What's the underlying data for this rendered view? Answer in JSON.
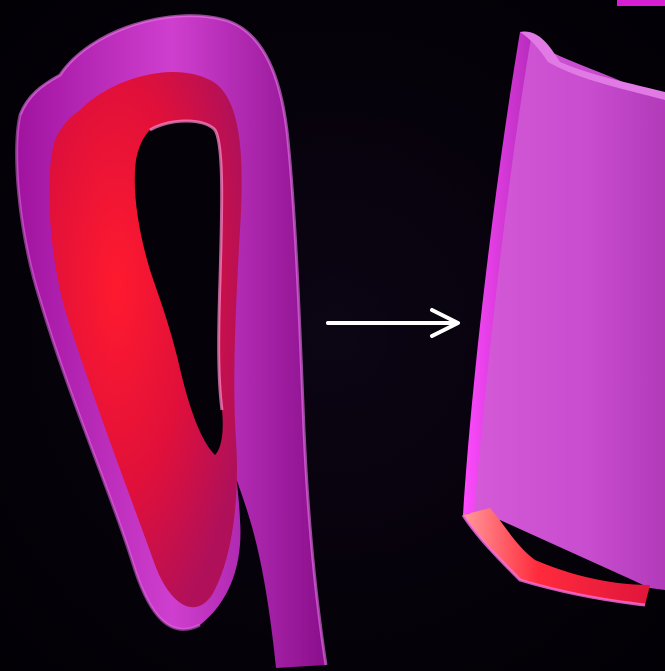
{
  "scene": {
    "description_free": true,
    "colors": {
      "background": "#05010a",
      "magenta_edge": "#c21ec4",
      "magenta_surface": "#d35ad6",
      "red_inner": "#ff1030",
      "arrow": "#ffffff",
      "corner_mark": "#d61fd0"
    },
    "elements": {
      "left_shape": "curved-fold-shape",
      "arrow": "right-arrow",
      "right_shape": "flattened-sheet-shape"
    }
  }
}
